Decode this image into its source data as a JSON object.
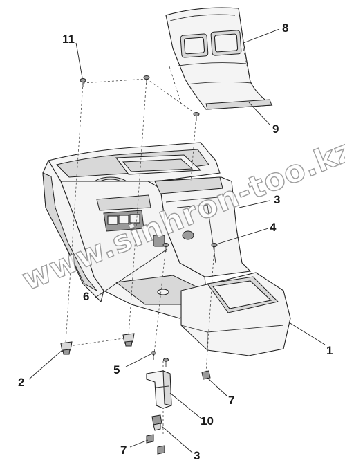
{
  "callouts": {
    "n1": "1",
    "n2": "2",
    "n3_top": "3",
    "n3_bottom": "3",
    "n4": "4",
    "n5": "5",
    "n6": "6",
    "n7_right": "7",
    "n7_bottom": "7",
    "n8": "8",
    "n9": "9",
    "n10": "10",
    "n11": "11"
  },
  "watermark": "www.sinhron-too.kz",
  "colors": {
    "line": "#222222",
    "part_fill": "#f4f4f4",
    "shade": "#d8d8d8",
    "watermark_stroke": "#8c8c8c"
  }
}
